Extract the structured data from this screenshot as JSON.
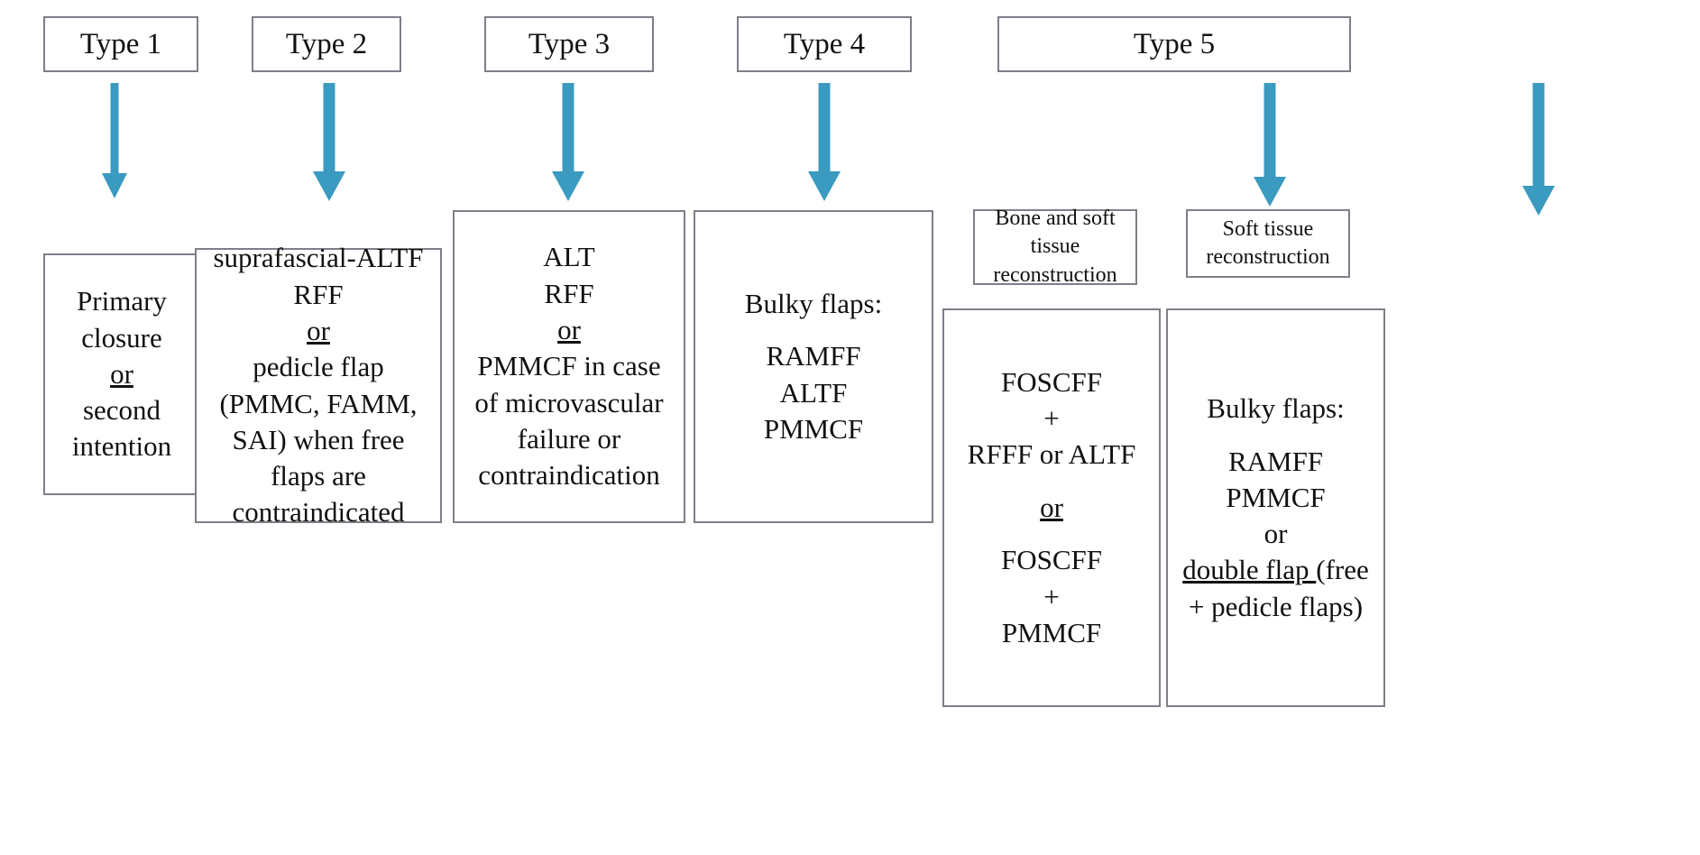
{
  "theme": {
    "arrow_color": "#3a9ac0",
    "border_color": "#7d7f88",
    "text_color": "#111111",
    "background": "#ffffff"
  },
  "headers": [
    {
      "id": "type-1",
      "label": "Type 1"
    },
    {
      "id": "type-2",
      "label": "Type 2"
    },
    {
      "id": "type-3",
      "label": "Type 3"
    },
    {
      "id": "type-4",
      "label": "Type 4"
    },
    {
      "id": "type-5",
      "label": "Type 5"
    }
  ],
  "columns": {
    "type1": {
      "lines": [
        "Primary",
        "closure",
        "or",
        "second",
        "intention"
      ],
      "underlined": [
        "or"
      ]
    },
    "type2": {
      "lines": [
        "suprafascial-ALTF",
        "RFF",
        "or",
        "pedicle flap",
        "(PMMC, FAMM,",
        "SAI) when free",
        "flaps are",
        "contraindicated"
      ],
      "underlined": [
        "or"
      ]
    },
    "type3": {
      "lines": [
        "ALT",
        "RFF",
        "or",
        "PMMCF in case",
        "of microvascular",
        "failure or",
        "contraindication"
      ],
      "underlined": [
        "or"
      ]
    },
    "type4": {
      "lines": [
        "Bulky flaps:",
        "",
        "RAMFF",
        "ALTF",
        "PMMCF"
      ],
      "underlined": []
    },
    "type5_left": {
      "header_lines": [
        "Bone and soft",
        "tissue",
        "reconstruction"
      ],
      "lines": [
        "FOSCFF",
        "+",
        "RFFF or ALTF",
        "",
        "or",
        "",
        "FOSCFF",
        "+",
        "PMMCF"
      ],
      "underlined": [
        "or"
      ]
    },
    "type5_right": {
      "header_lines": [
        "Soft tissue",
        "reconstruction"
      ],
      "lines": [
        "Bulky flaps:",
        "",
        "RAMFF",
        "PMMCF",
        "or",
        "double flap (free",
        "+ pedicle flaps)"
      ],
      "underlined": [
        "double flap "
      ]
    }
  },
  "arrows": [
    {
      "id": "arrow-type-1",
      "name": "arrow-down-type-1"
    },
    {
      "id": "arrow-type-2",
      "name": "arrow-down-type-2"
    },
    {
      "id": "arrow-type-3",
      "name": "arrow-down-type-3"
    },
    {
      "id": "arrow-type-4",
      "name": "arrow-down-type-4"
    },
    {
      "id": "arrow-type-5-left",
      "name": "arrow-down-type-5-left"
    },
    {
      "id": "arrow-type-5-right",
      "name": "arrow-down-type-5-right"
    }
  ]
}
